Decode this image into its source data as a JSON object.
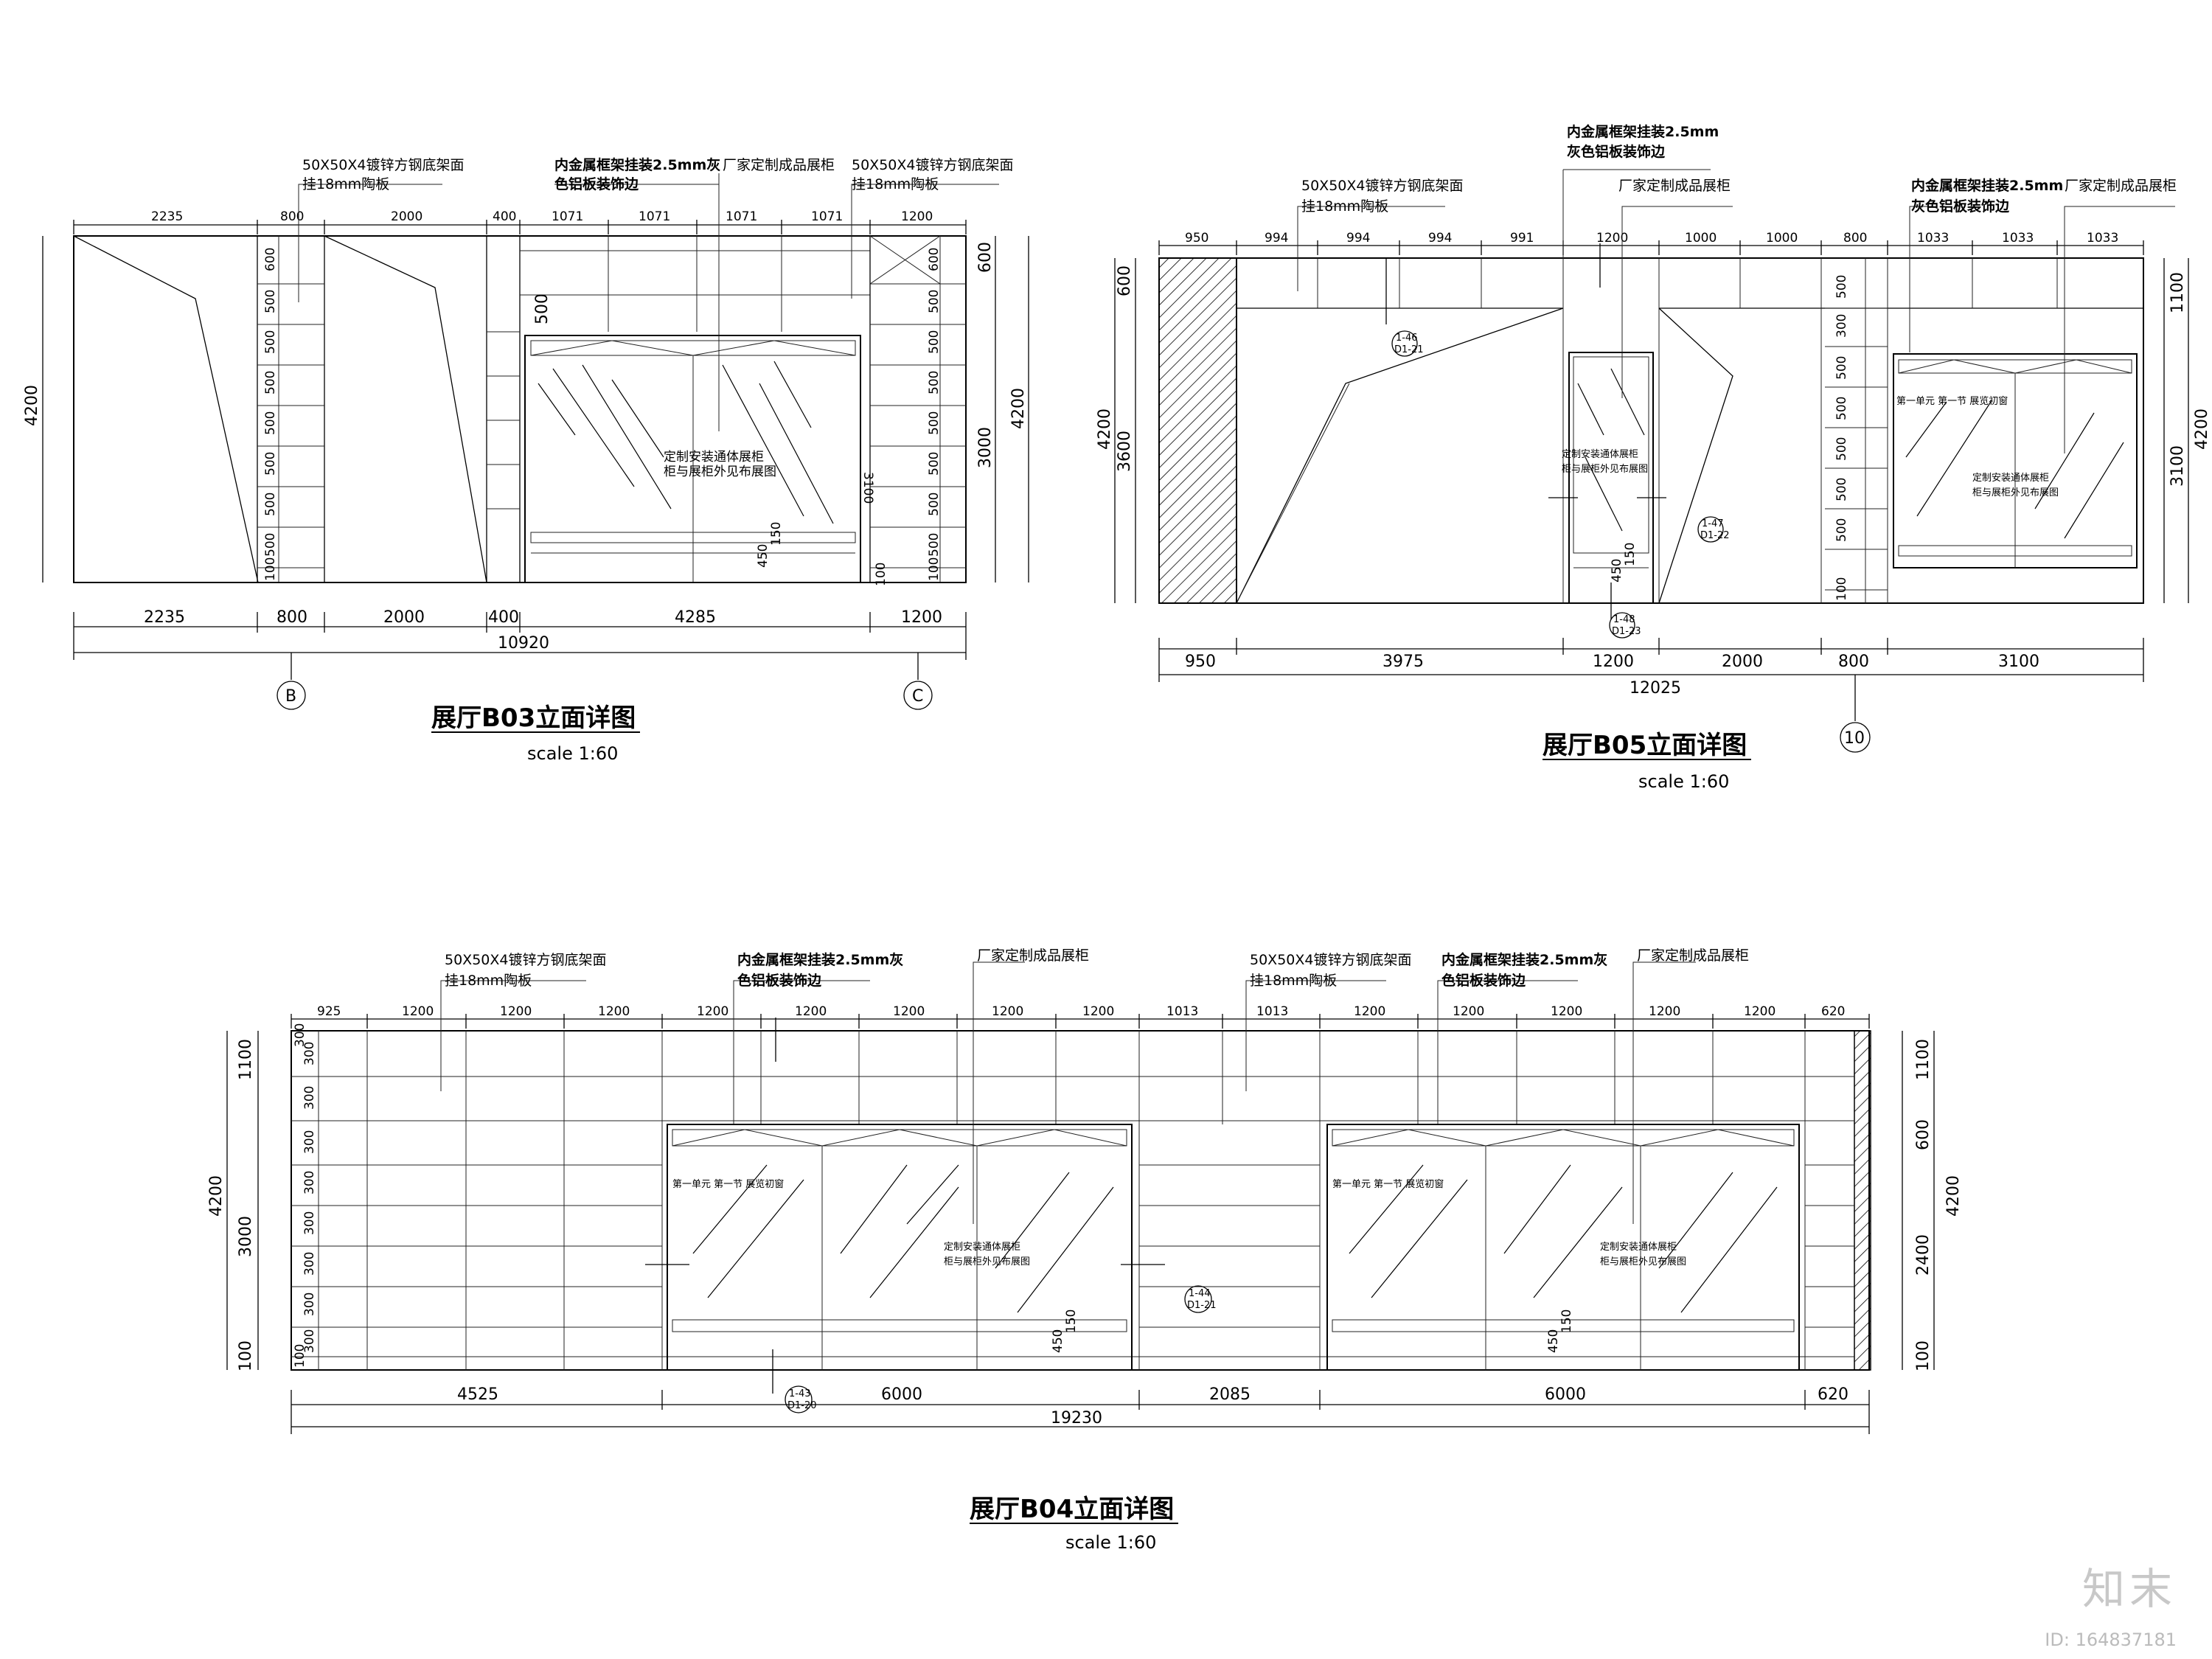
{
  "b03": {
    "title": "展厅B03立面详图",
    "scale": "scale 1:60",
    "top_dims": [
      "2235",
      "800",
      "2000",
      "400",
      "1071",
      "1071",
      "1071",
      "1071",
      "1200"
    ],
    "bottom_dims": [
      "2235",
      "800",
      "2000",
      "400",
      "4285",
      "1200"
    ],
    "total": "10920",
    "axis_left": "B",
    "axis_right": "C",
    "height_total": "4200",
    "right_dims": [
      "600",
      "3000",
      "4200"
    ],
    "panel_dims": [
      "600",
      "500",
      "500",
      "500",
      "500",
      "500",
      "500",
      "500",
      "100"
    ],
    "inner_dims": [
      "500",
      "3100",
      "450",
      "150",
      "100"
    ],
    "notes": {
      "frame1": "50X50X4镀锌方钢底架面",
      "frame1b": "挂18mm陶板",
      "metal": "内金属框架挂装2.5mm灰",
      "metalb": "色铝板装饰边",
      "cabinet": "厂家定制成品展柜",
      "frame2": "50X50X4镀锌方钢底架面",
      "frame2b": "挂18mm陶板",
      "glass1": "定制安装通体展柜",
      "glass2": "柜与展柜外见布展图"
    }
  },
  "b05": {
    "title": "展厅B05立面详图",
    "scale": "scale 1:60",
    "top_dims": [
      "950",
      "994",
      "994",
      "994",
      "991",
      "1200",
      "1000",
      "1000",
      "800",
      "1033",
      "1033",
      "1033"
    ],
    "bottom_dims": [
      "950",
      "3975",
      "1200",
      "2000",
      "800",
      "3100"
    ],
    "total": "12025",
    "axis": "10",
    "left_dims": [
      "600",
      "3600",
      "4200"
    ],
    "right_dims": [
      "1100",
      "3100",
      "4200"
    ],
    "panel_dims": [
      "500",
      "300",
      "500",
      "500",
      "500",
      "500",
      "500",
      "100"
    ],
    "inner_dims": [
      "450",
      "150"
    ],
    "tags": [
      "1-46",
      "D1-21",
      "1-47",
      "D1-22",
      "1-48",
      "D1-23"
    ],
    "notes": {
      "frame": "50X50X4镀锌方钢底架面",
      "frameb": "挂18mm陶板",
      "metal": "内金属框架挂装2.5mm",
      "metalb": "灰色铝板装饰边",
      "cabinet": "厂家定制成品展柜",
      "metal2": "内金属框架挂装2.5mm",
      "metal2b": "灰色铝板装饰边",
      "cabinet2": "厂家定制成品展柜",
      "glass1": "定制安装通体展柜",
      "glass2": "柜与展柜外见布展图",
      "caption": "第一单元 第一节 展览初窗"
    }
  },
  "b04": {
    "title": "展厅B04立面详图",
    "scale": "scale 1:60",
    "top_dims": [
      "925",
      "1200",
      "1200",
      "1200",
      "1200",
      "1200",
      "1200",
      "1200",
      "1200",
      "1013",
      "1013",
      "1200",
      "1200",
      "1200",
      "1200",
      "1200",
      "620"
    ],
    "bottom_dims": [
      "4525",
      "6000",
      "2085",
      "6000",
      "620"
    ],
    "total": "19230",
    "left_dims": [
      "1100",
      "3000",
      "4200",
      "100"
    ],
    "right_dims": [
      "1100",
      "600",
      "2400",
      "4200",
      "100"
    ],
    "panel_dims": [
      "300",
      "300",
      "300",
      "300",
      "300",
      "300",
      "300",
      "300",
      "300",
      "100"
    ],
    "inner_dims": [
      "450",
      "150"
    ],
    "tags": [
      "1-43",
      "D1-20",
      "1-44",
      "D1-21"
    ],
    "notes": {
      "frame": "50X50X4镀锌方钢底架面",
      "frameb": "挂18mm陶板",
      "metal": "内金属框架挂装2.5mm灰",
      "metalb": "色铝板装饰边",
      "cabinet": "厂家定制成品展柜",
      "frame2": "50X50X4镀锌方钢底架面",
      "frame2b": "挂18mm陶板",
      "metal2": "内金属框架挂装2.5mm灰",
      "metal2b": "色铝板装饰边",
      "cabinet2": "厂家定制成品展柜",
      "glass1": "定制安装通体展柜",
      "glass2": "柜与展柜外见布展图",
      "caption": "第一单元 第一节 展览初窗"
    }
  },
  "watermark": {
    "logo": "知末",
    "id": "ID: 164837181"
  }
}
